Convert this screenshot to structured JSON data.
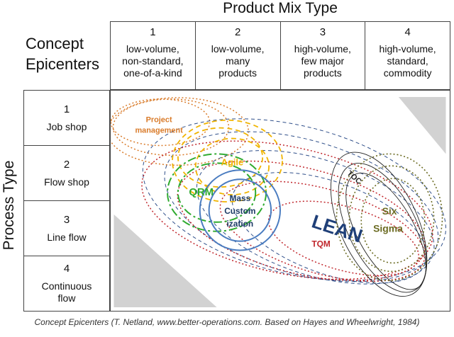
{
  "header": {
    "title": "Product Mix Type"
  },
  "corner": {
    "line1": "Concept",
    "line2": "Epicenters"
  },
  "columns": [
    {
      "num": "1",
      "lines": [
        "low-volume,",
        "non-standard,",
        "one-of-a-kind"
      ]
    },
    {
      "num": "2",
      "lines": [
        "low-volume,",
        "many",
        "products"
      ]
    },
    {
      "num": "3",
      "lines": [
        "high-volume,",
        "few major",
        "products"
      ]
    },
    {
      "num": "4",
      "lines": [
        "high-volume,",
        "standard,",
        "commodity"
      ]
    }
  ],
  "side": {
    "title": "Process Type"
  },
  "rows": [
    {
      "num": "1",
      "lines": [
        "Job shop"
      ]
    },
    {
      "num": "2",
      "lines": [
        "Flow shop"
      ]
    },
    {
      "num": "3",
      "lines": [
        "Line flow"
      ]
    },
    {
      "num": "4",
      "lines": [
        "Continuous",
        "flow"
      ]
    }
  ],
  "labels": {
    "project": [
      "Project",
      "management"
    ],
    "agile": "Agile",
    "qrm": "QRM",
    "mass": [
      "Mass",
      "Custom",
      "ization"
    ],
    "toc": "TOC",
    "lean": "LEAN",
    "tqm": "TQM",
    "six": [
      "Six",
      "Sigma"
    ]
  },
  "colors": {
    "project": "#d97b2a",
    "agile": "#f0b400",
    "qrm": "#2faa2f",
    "mass": "#4a7cc0",
    "mass_text": "#1d3b66",
    "lean": "#1f3f78",
    "tqm": "#c0262c",
    "toc": "#222222",
    "six": "#6b6b22",
    "shade": "#d2d2d2"
  },
  "caption": "Concept Epicenters (T. Netland, www.better-operations.com. Based on Hayes and Wheelwright, 1984)"
}
